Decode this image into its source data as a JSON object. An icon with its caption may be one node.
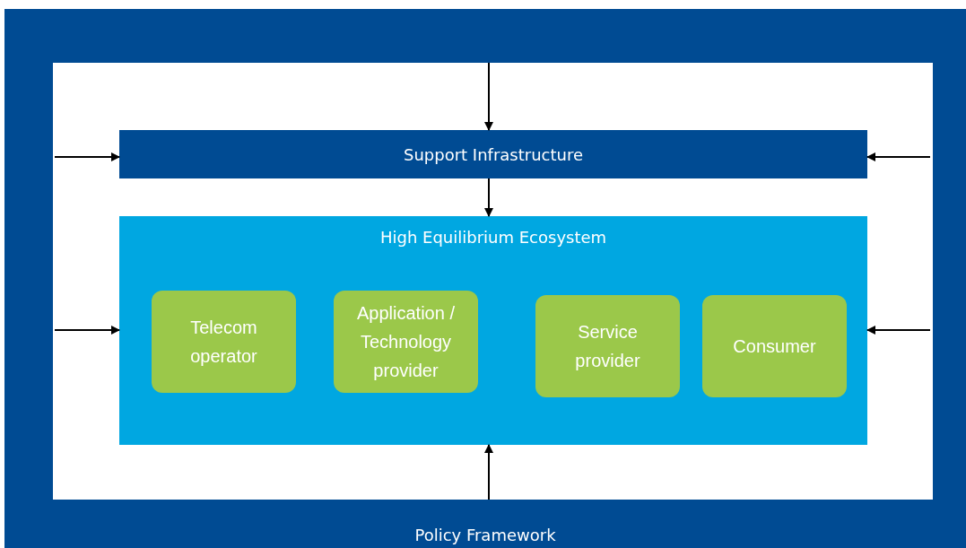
{
  "diagram": {
    "nodes": [
      {
        "text": [
          "Policy Framework"
        ]
      },
      {
        "text": [
          "Support Infrastructure"
        ],
        "in": 0
      },
      {
        "text": [
          "High Equilibrium Ecosystem"
        ],
        "in": 0
      },
      {
        "text": [
          "Telecom operator"
        ],
        "in": 2
      },
      {
        "text": [
          "Application / Technology provider"
        ],
        "in": 2
      },
      {
        "text": [
          "Service provider"
        ],
        "in": 2
      },
      {
        "text": [
          "Consumer"
        ],
        "in": 2
      }
    ],
    "edges": [
      {
        "from": 0,
        "to": 1,
        "arrow": "to"
      },
      {
        "from": 0,
        "to": 1,
        "arrow": "to"
      },
      {
        "from": 0,
        "to": 1,
        "arrow": "to"
      },
      {
        "from": 1,
        "to": 2,
        "arrow": "to"
      },
      {
        "from": 0,
        "to": 2,
        "arrow": "to"
      },
      {
        "from": 0,
        "to": 2,
        "arrow": "to"
      },
      {
        "from": 0,
        "to": 2,
        "arrow": "to"
      }
    ]
  }
}
